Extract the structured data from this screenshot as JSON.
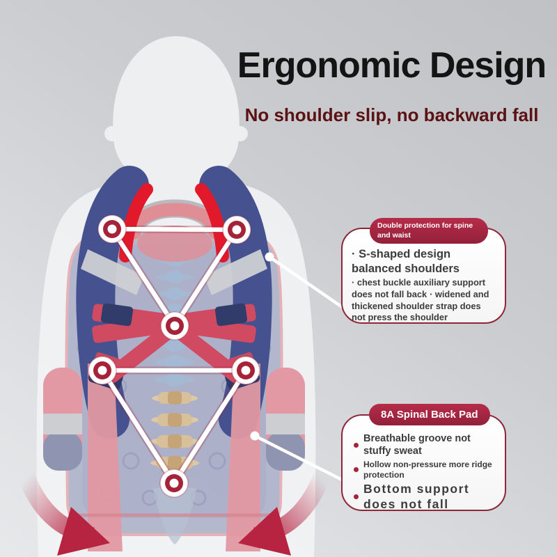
{
  "header": {
    "title": "Ergonomic Design",
    "subtitle": "No shoulder slip, no backward fall"
  },
  "callouts": [
    {
      "badge": "Double protection for spine and waist",
      "items": [
        {
          "text": "S-shaped design balanced shoulders"
        },
        {
          "text": "chest buckle auxiliary support does not fall back"
        },
        {
          "text": "widened and thickened shoulder strap does not press the shoulder"
        }
      ]
    },
    {
      "badge": "8A Spinal Back Pad",
      "items": [
        {
          "text": "Breathable groove not stuffy sweat"
        },
        {
          "text": "Hollow non-pressure more ridge protection"
        },
        {
          "text": "Bottom support does not fall"
        }
      ]
    }
  ],
  "diagram": {
    "marker_points": 6,
    "colors": {
      "strap_navy": "#46518f",
      "strap_red": "#e2182b",
      "chest_strap_crimson": "#d04a62",
      "back_pad_rose": "#e299a3",
      "panel_lavender": "#9ca2bf",
      "marker_ring": "#a52238",
      "badge_crimson": "#b62c49",
      "card_border": "#8e2639",
      "arrow_red": "#b72441",
      "title_color": "#141414",
      "subtitle_color": "#5a1214"
    }
  }
}
